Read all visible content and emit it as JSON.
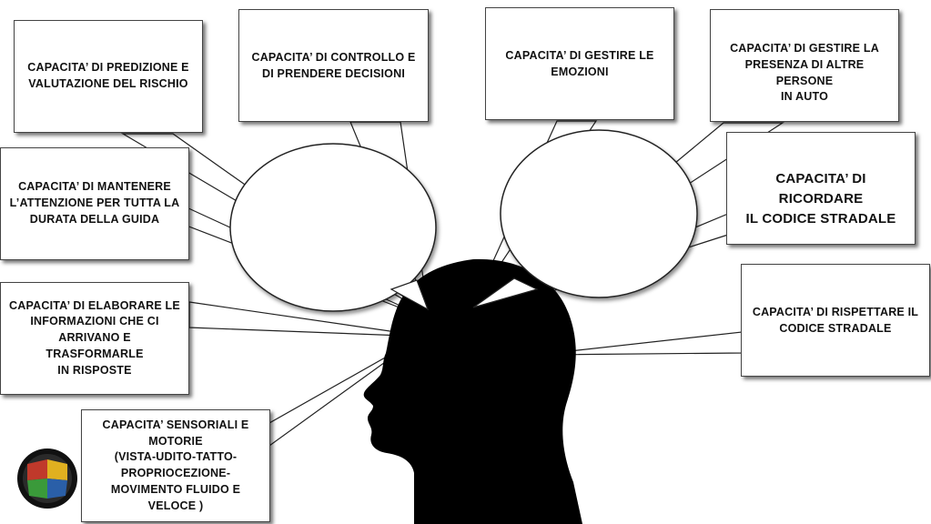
{
  "boxes": {
    "predizione": "CAPACITA’ DI PREDIZIONE E\nVALUTAZIONE DEL RISCHIO",
    "controllo": "CAPACITA’ DI CONTROLLO E\nDI PRENDERE DECISIONI",
    "emozioni": "CAPACITA’ DI GESTIRE LE\nEMOZIONI",
    "altre_persone": "CAPACITA’ DI GESTIRE LA\nPRESENZA DI ALTRE PERSONE\nIN AUTO",
    "ricordare": "CAPACITA’ DI RICORDARE\nIL CODICE STRADALE",
    "attenzione": "CAPACITA’ DI MANTENERE\nL’ATTENZIONE PER TUTTA LA\nDURATA DELLA GUIDA",
    "elaborare": "CAPACITA’ DI ELABORARE LE\nINFORMAZIONI CHE CI\nARRIVANO E TRASFORMARLE\nIN RISPOSTE",
    "rispettare": "CAPACITA’ DI RISPETTARE IL\nCODICE STRADALE",
    "sensoriali": "CAPACITA’ SENSORIALI E\nMOTORIE\n(VISTA-UDITO-TATTO-\nPROPRIOCEZIONE-\nMOVIMENTO FLUIDO E\nVELOCE )"
  },
  "colors": {
    "head": "#000000",
    "logo_red": "#c0392b",
    "logo_yellow": "#e0b020",
    "logo_green": "#3a9a3a",
    "logo_blue": "#2a5fa8"
  }
}
